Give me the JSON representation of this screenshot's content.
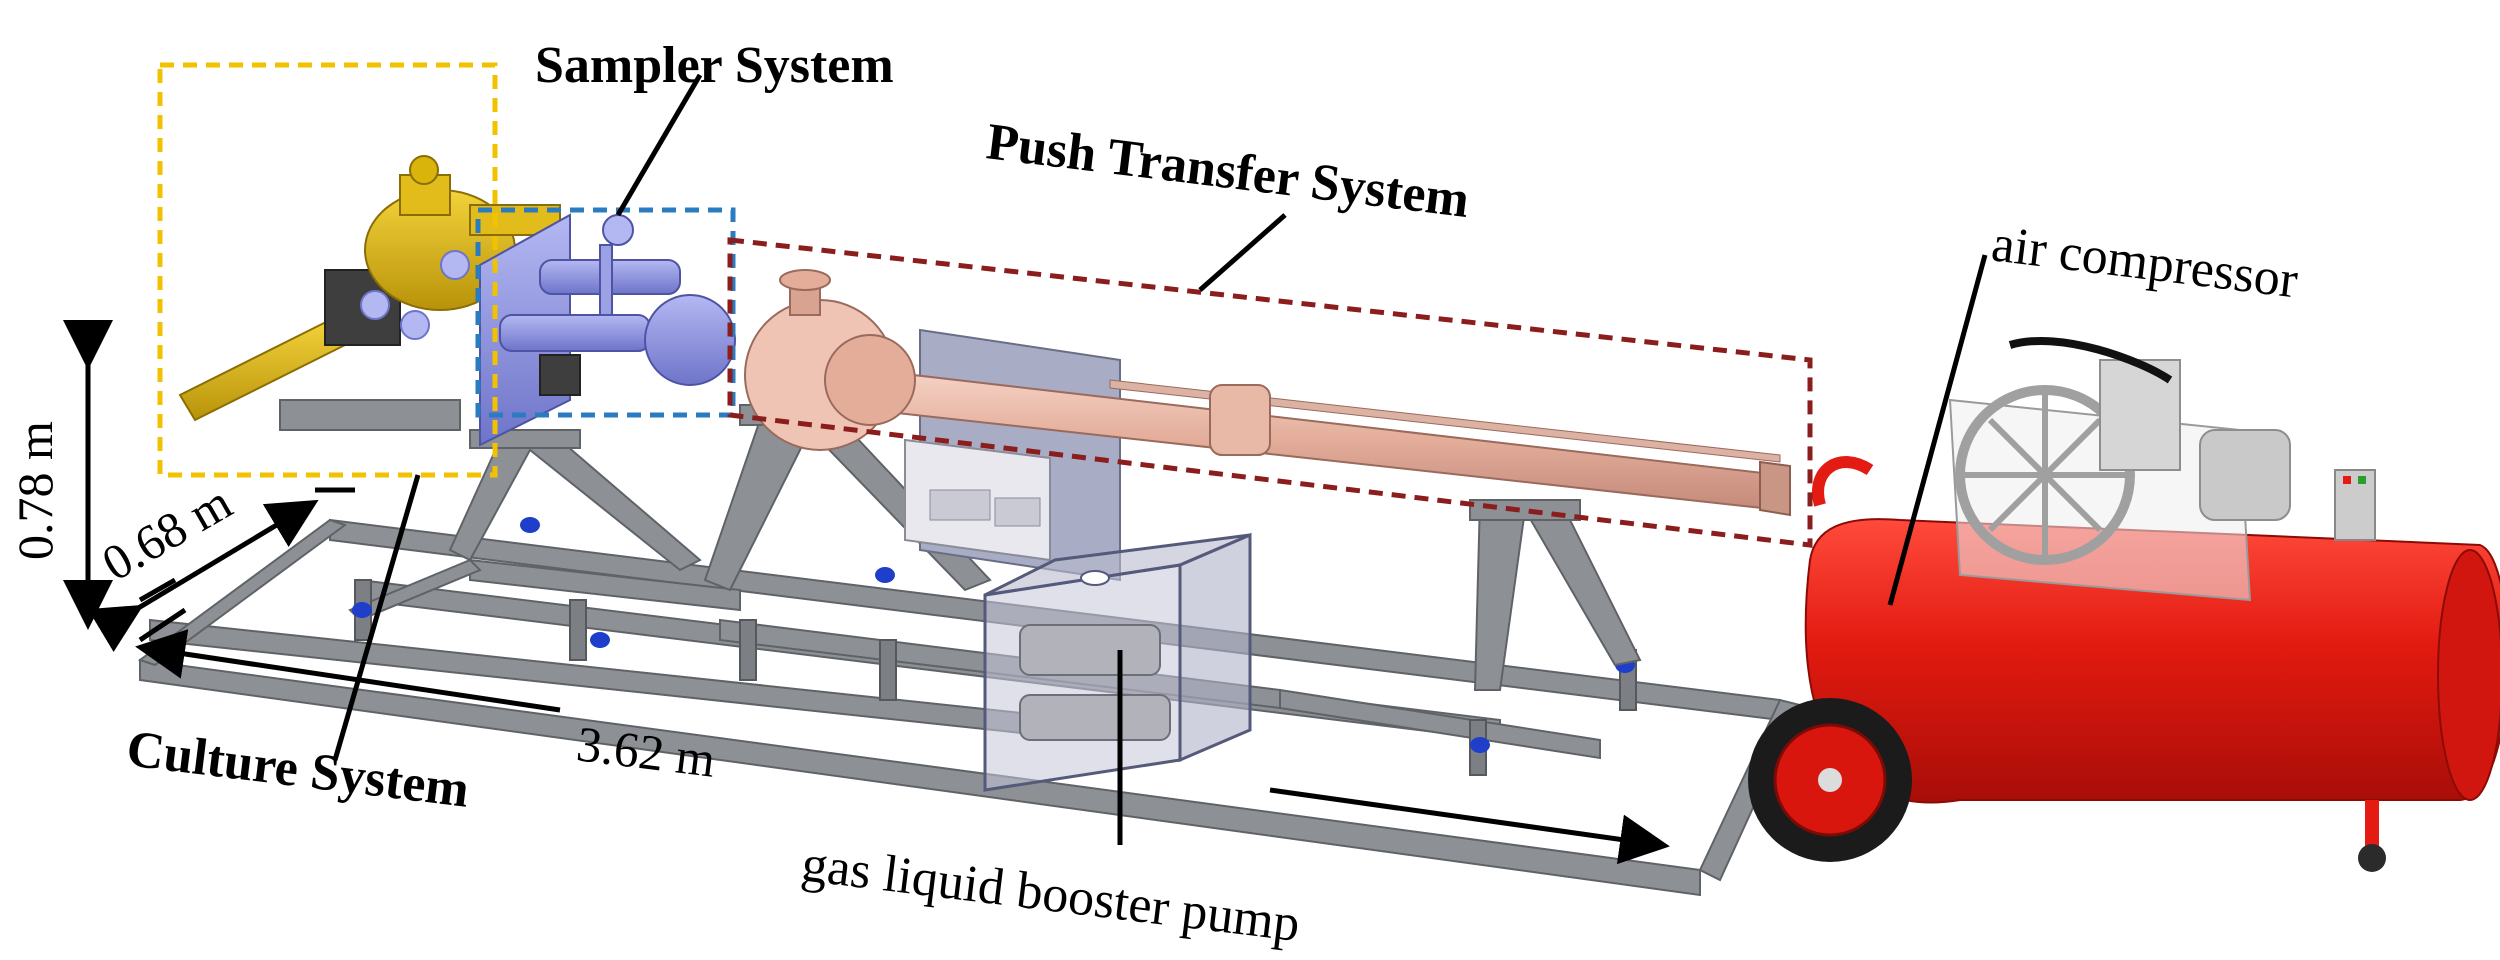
{
  "labels": {
    "sampler_system": "Sampler System",
    "push_transfer_system": "Push Transfer System",
    "air_compressor": "air compressor",
    "culture_system": "Culture System",
    "gas_liquid_booster_pump": "gas liquid booster pump"
  },
  "dimensions": {
    "height": "0.78 m",
    "width": "0.68 m",
    "length": "3.62 m"
  },
  "colors": {
    "culture_box": "#f2c200",
    "sampler_box": "#2a7bbf",
    "push_box": "#8b1d1d",
    "culture_body": "#d9b40a",
    "sampler_body": "#8f95e0",
    "push_body": "#e9b9a8",
    "frame": "#8d9196",
    "compressor": "#e31b12"
  }
}
